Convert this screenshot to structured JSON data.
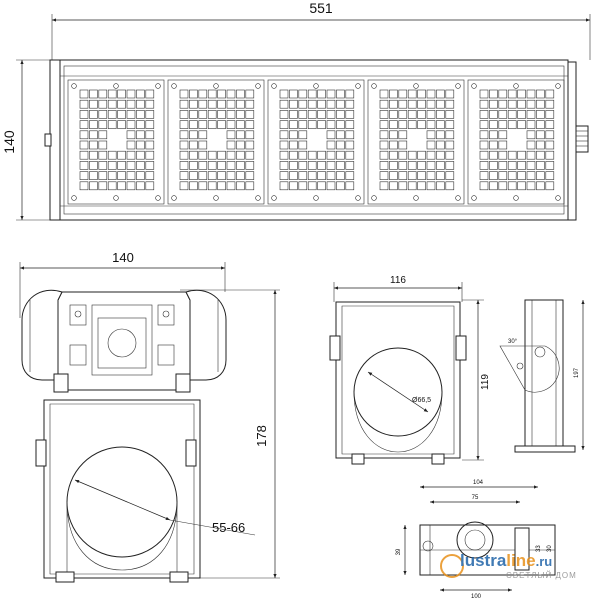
{
  "front_view": {
    "dim_length": "551",
    "dim_height": "140"
  },
  "end_view": {
    "dim_width": "140",
    "dim_height": "178",
    "dim_clamp": "55-66"
  },
  "bracket_view": {
    "dim_width": "116",
    "dim_height": "119",
    "dim_diameter": "Ø66,5"
  },
  "side_view": {
    "dim_height": "197",
    "label_angle": "30°"
  },
  "plan_view": {
    "dim_outer": "104",
    "dim_inner": "75",
    "dim_left": "39",
    "dim_right_a": "33",
    "dim_right_b": "30",
    "dim_bottom": "100"
  },
  "watermark": {
    "brand_part1": "lustra",
    "brand_part2": "line",
    "brand_suffix": ".ru",
    "tagline": "СВЕТЛЫЙ ДОМ"
  },
  "colors": {
    "line": "#222222",
    "watermark_blue": "#1f63a8",
    "watermark_orange": "#e8911c",
    "watermark_grey": "#8a8a8a"
  }
}
